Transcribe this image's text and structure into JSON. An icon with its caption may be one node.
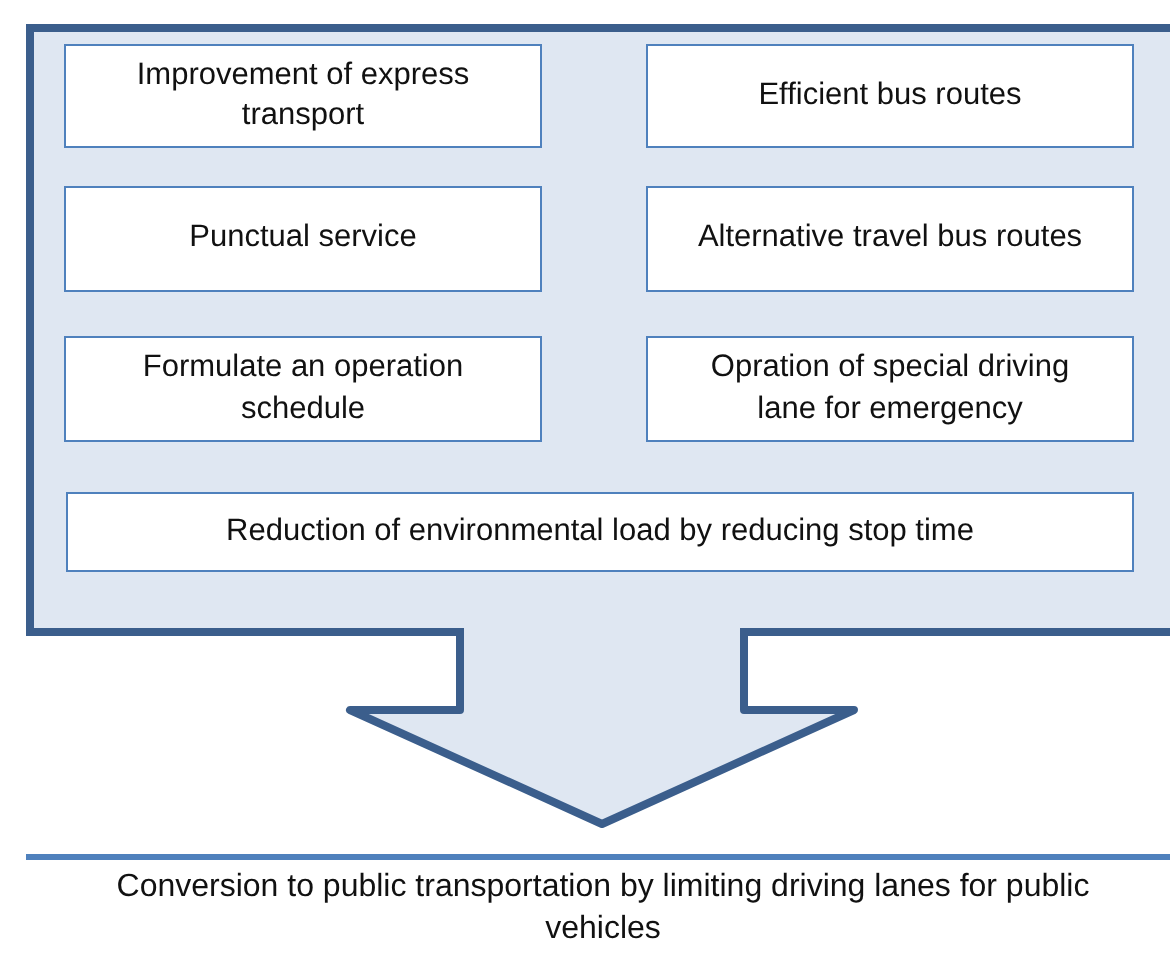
{
  "diagram": {
    "nodes": [
      {
        "text": [],
        "shape": "box"
      },
      {
        "text": [
          "Improvement of express transport"
        ],
        "in": 0
      },
      {
        "text": [
          "Efficient bus routes"
        ],
        "in": 0
      },
      {
        "text": [
          "Punctual service"
        ],
        "in": 0
      },
      {
        "text": [
          "Alternative travel bus routes"
        ],
        "in": 0
      },
      {
        "text": [
          "Formulate an operation schedule"
        ],
        "in": 0
      },
      {
        "text": [
          "Opration of special driving lane for emergency"
        ],
        "in": 0
      },
      {
        "text": [
          "Reduction of environmental load by reducing stop time"
        ],
        "in": 0
      },
      {
        "text": [
          "Conversion to public transportation by limiting driving lanes for public vehicles"
        ]
      }
    ],
    "edges": [
      {
        "from": 0,
        "to": 8,
        "arrow": "to"
      }
    ]
  }
}
